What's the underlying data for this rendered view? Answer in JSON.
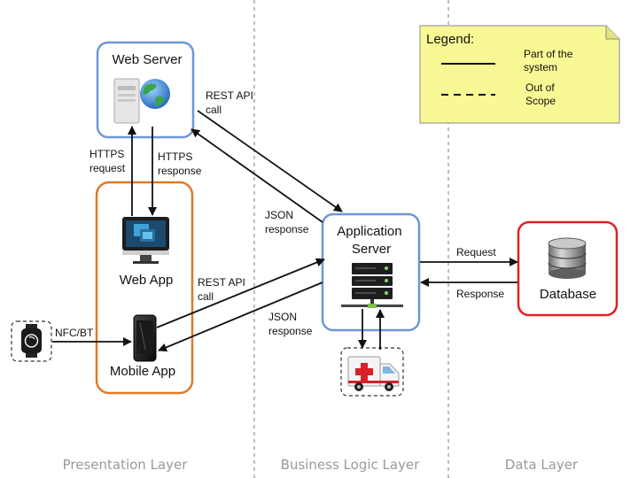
{
  "layers": [
    "Presentation Layer",
    "Business Logic Layer",
    "Data Layer"
  ],
  "nodes": {
    "web_server": "Web Server",
    "web_app": "Web App",
    "mobile_app": "Mobile App",
    "app_server_line1": "Application",
    "app_server_line2": "Server",
    "database": "Database"
  },
  "edges": {
    "https_request": [
      "HTTPS",
      "request"
    ],
    "https_response": [
      "HTTPS",
      "response"
    ],
    "rest_api_call_top": [
      "REST API",
      "call"
    ],
    "json_response_top": [
      "JSON",
      "response"
    ],
    "rest_api_call_bottom": [
      "REST API",
      "call"
    ],
    "json_response_bottom": [
      "JSON",
      "response"
    ],
    "nfc_bt": "NFC/BT",
    "request": "Request",
    "response": "Response"
  },
  "legend": {
    "title": "Legend:",
    "solid": [
      "Part of the",
      "system"
    ],
    "dashed": [
      "Out of",
      "Scope"
    ]
  },
  "colors": {
    "blue_border": "#6d97d6",
    "orange_border": "#e0782a",
    "red_border": "#e02020",
    "legend_fill": "#f8f895",
    "layer_text": "#9a9a9a",
    "divider": "#a8a8a8"
  },
  "icons": {
    "web_server": "server-globe-icon",
    "web_app": "monitor-icon",
    "mobile_app": "smartphone-icon",
    "app_server": "rack-server-icon",
    "database": "database-icon",
    "wearable": "smartwatch-icon",
    "ambulance": "ambulance-icon"
  }
}
